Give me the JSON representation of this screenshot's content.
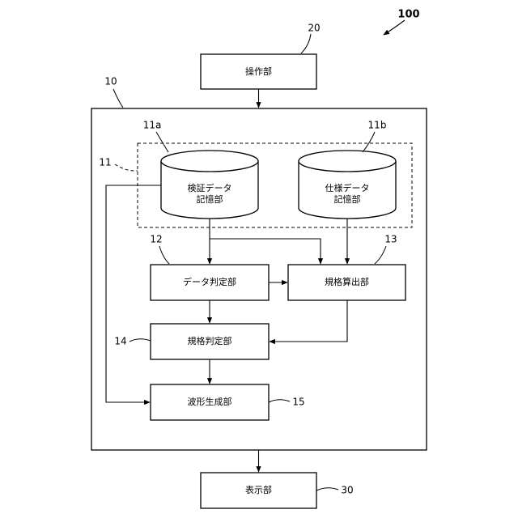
{
  "figure_ref": "100",
  "operation": {
    "ref": "20",
    "label": "操作部"
  },
  "device": {
    "ref": "10"
  },
  "storage_group": {
    "ref": "11"
  },
  "verification_storage": {
    "ref": "11a",
    "line1": "検証データ",
    "line2": "記憶部"
  },
  "spec_storage": {
    "ref": "11b",
    "line1": "仕様データ",
    "line2": "記憶部"
  },
  "data_judgment": {
    "ref": "12",
    "label": "データ判定部"
  },
  "standard_calc": {
    "ref": "13",
    "label": "規格算出部"
  },
  "standard_judgment": {
    "ref": "14",
    "label": "規格判定部"
  },
  "waveform_gen": {
    "ref": "15",
    "label": "波形生成部"
  },
  "display": {
    "ref": "30",
    "label": "表示部"
  }
}
